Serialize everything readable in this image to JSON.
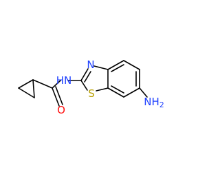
{
  "molecule": {
    "atoms": {
      "n_imine": {
        "label": "N",
        "color": "#1e40ff"
      },
      "nh_amide": {
        "label": "HN",
        "color": "#1e40ff"
      },
      "s_thiazole": {
        "label": "S",
        "color": "#b8a000"
      },
      "o_carbonyl": {
        "label": "O",
        "color": "#ff0d0d"
      },
      "nh2_amine": {
        "label": "NH",
        "sub": "2",
        "color": "#1e40ff"
      }
    }
  }
}
